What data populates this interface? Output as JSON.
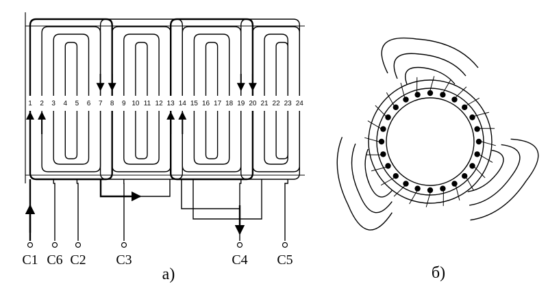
{
  "panel_a": {
    "label": "а)",
    "slots": [
      "1",
      "2",
      "3",
      "4",
      "5",
      "6",
      "7",
      "8",
      "9",
      "10",
      "11",
      "12",
      "13",
      "14",
      "15",
      "16",
      "17",
      "18",
      "19",
      "20",
      "21",
      "22",
      "23",
      "24"
    ],
    "terminals": [
      "C1",
      "C6",
      "C2",
      "C3",
      "C4",
      "C5"
    ]
  },
  "panel_b": {
    "label": "б)"
  }
}
